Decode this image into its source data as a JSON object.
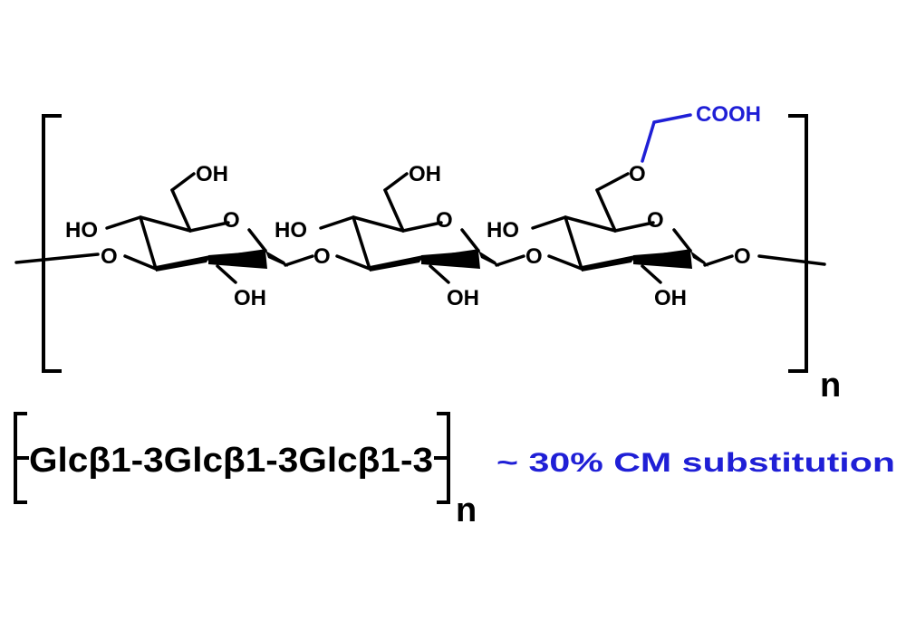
{
  "colors": {
    "ink": "#000000",
    "accent": "#1f1fd6"
  },
  "structure": {
    "units": [
      {
        "oh_ring_top": "OH",
        "oh_ring_left": "HO",
        "ring_oxygen": "O",
        "oh_ring_bottom": "OH",
        "link_oxygen": "O"
      },
      {
        "oh_ring_top": "OH",
        "oh_ring_left": "HO",
        "ring_oxygen": "O",
        "oh_ring_bottom": "OH",
        "link_oxygen": "O"
      },
      {
        "ether_oxygen": "O",
        "carboxyl": "COOH",
        "oh_ring_left": "HO",
        "ring_oxygen": "O",
        "oh_ring_bottom": "OH",
        "link_oxygen": "O"
      }
    ],
    "end_oxygen": "O",
    "repeat_subscript": "n"
  },
  "formula": {
    "sequence": "Glcβ1-3Glcβ1-3Glcβ1-3",
    "repeat_subscript": "n",
    "substitution_note": "~ 30% CM substitution"
  }
}
